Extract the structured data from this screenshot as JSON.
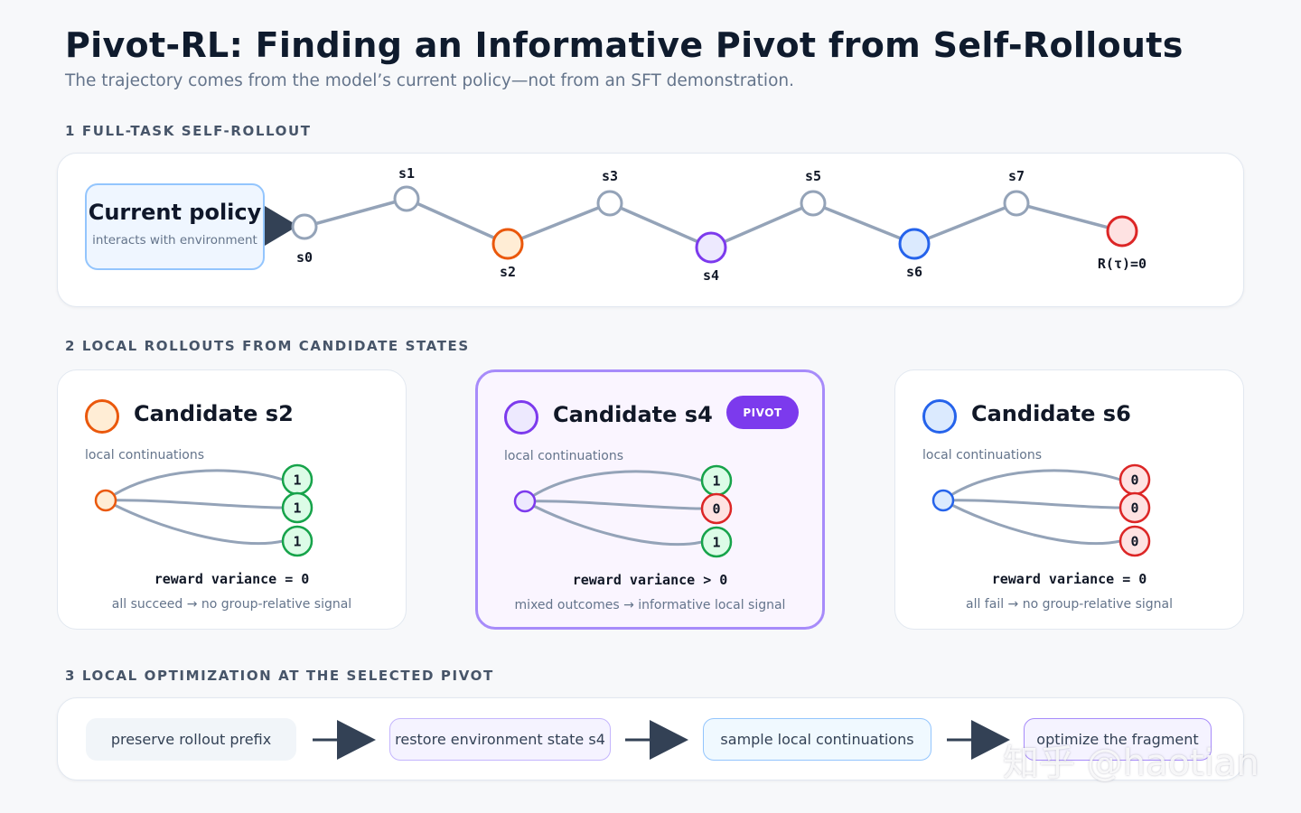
{
  "header": {
    "title": "Pivot-RL: Finding an Informative Pivot from Self-Rollouts",
    "subtitle": "The trajectory comes from the model’s current policy—not from an SFT demonstration."
  },
  "section1": {
    "label": "1 FULL-TASK SELF-ROLLOUT",
    "policy_title": "Current policy",
    "policy_subtitle": "interacts with environment",
    "states": [
      "s0",
      "s1",
      "s2",
      "s3",
      "s4",
      "s5",
      "s6",
      "s7"
    ],
    "terminal_label": "R(τ)=0",
    "state_colors": {
      "s2": "#ea580c",
      "s4": "#7c3aed",
      "s6": "#2563eb",
      "terminal": "#dc2626",
      "default": "#94a3b8"
    }
  },
  "section2": {
    "label": "2 LOCAL ROLLOUTS FROM CANDIDATE STATES",
    "cards": [
      {
        "title": "Candidate s2",
        "subtitle": "local continuations",
        "outcomes": [
          "1",
          "1",
          "1"
        ],
        "variance": "reward variance = 0",
        "note": "all succeed → no group-relative signal",
        "color": "#ea580c",
        "fill": "#ffedd5",
        "pivot": false
      },
      {
        "title": "Candidate s4",
        "subtitle": "local continuations",
        "outcomes": [
          "1",
          "0",
          "1"
        ],
        "variance": "reward variance > 0",
        "note": "mixed outcomes → informative local signal",
        "color": "#7c3aed",
        "fill": "#ede9fe",
        "pivot": true,
        "badge": "PIVOT"
      },
      {
        "title": "Candidate s6",
        "subtitle": "local continuations",
        "outcomes": [
          "0",
          "0",
          "0"
        ],
        "variance": "reward variance = 0",
        "note": "all fail → no group-relative signal",
        "color": "#2563eb",
        "fill": "#dbeafe",
        "pivot": false
      }
    ],
    "outcome_colors": {
      "1": "#16a34a",
      "0": "#dc2626"
    }
  },
  "section3": {
    "label": "3 LOCAL OPTIMIZATION AT THE SELECTED PIVOT",
    "steps": [
      "preserve rollout prefix",
      "restore environment state s4",
      "sample local continuations",
      "optimize the fragment"
    ]
  },
  "watermark": "知乎 @haotian"
}
